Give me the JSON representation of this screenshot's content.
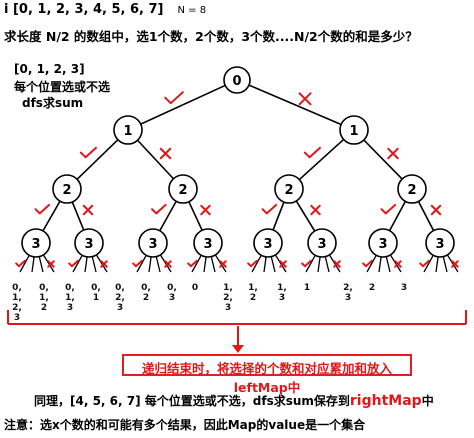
{
  "header": {
    "array_label": "i [0, 1, 2, 3, 4, 5, 6, 7]",
    "n_label": "N = 8",
    "question": "求长度 N/2 的数组中，选1个数，2个数，3个数....N/2个数的和是多少？"
  },
  "left_note": {
    "array": "[0, 1, 2, 3]",
    "line1": "每个位置选或不选",
    "line2": "dfs求sum"
  },
  "tree": {
    "root": "0",
    "level1": [
      "1",
      "1"
    ],
    "level2": [
      "2",
      "2",
      "2",
      "2"
    ],
    "level3": [
      "3",
      "3",
      "3",
      "3",
      "3",
      "3",
      "3",
      "3"
    ],
    "leaves": [
      [
        "0,",
        "1,",
        "2,",
        "3"
      ],
      [
        "0,",
        "1,",
        "2"
      ],
      [
        "0,",
        "1,",
        "3"
      ],
      [
        "0,",
        "1"
      ],
      [
        "0,",
        "2,",
        "3"
      ],
      [
        "0,",
        "2"
      ],
      [
        "0,",
        "3"
      ],
      [
        "0"
      ],
      [
        "1,",
        "2,",
        "3"
      ],
      [
        "1,",
        "2"
      ],
      [
        "1,",
        "3"
      ],
      [
        "1"
      ],
      [
        "2,",
        "3"
      ],
      [
        "2"
      ],
      [
        "3"
      ]
    ]
  },
  "box_text": "递归结束时，将选择的个数和对应累加和放入leftMap中",
  "right_note": {
    "prefix": "同理，[4, 5, 6, 7] 每个位置选或不选，dfs求sum保存到",
    "map_name": "rightMap",
    "suffix": "中"
  },
  "final_note": "注意：选x个数的和可能有多个结果，因此Map的value是一个集合",
  "colors": {
    "accent_red": "#e01818",
    "line_black": "#000000"
  }
}
